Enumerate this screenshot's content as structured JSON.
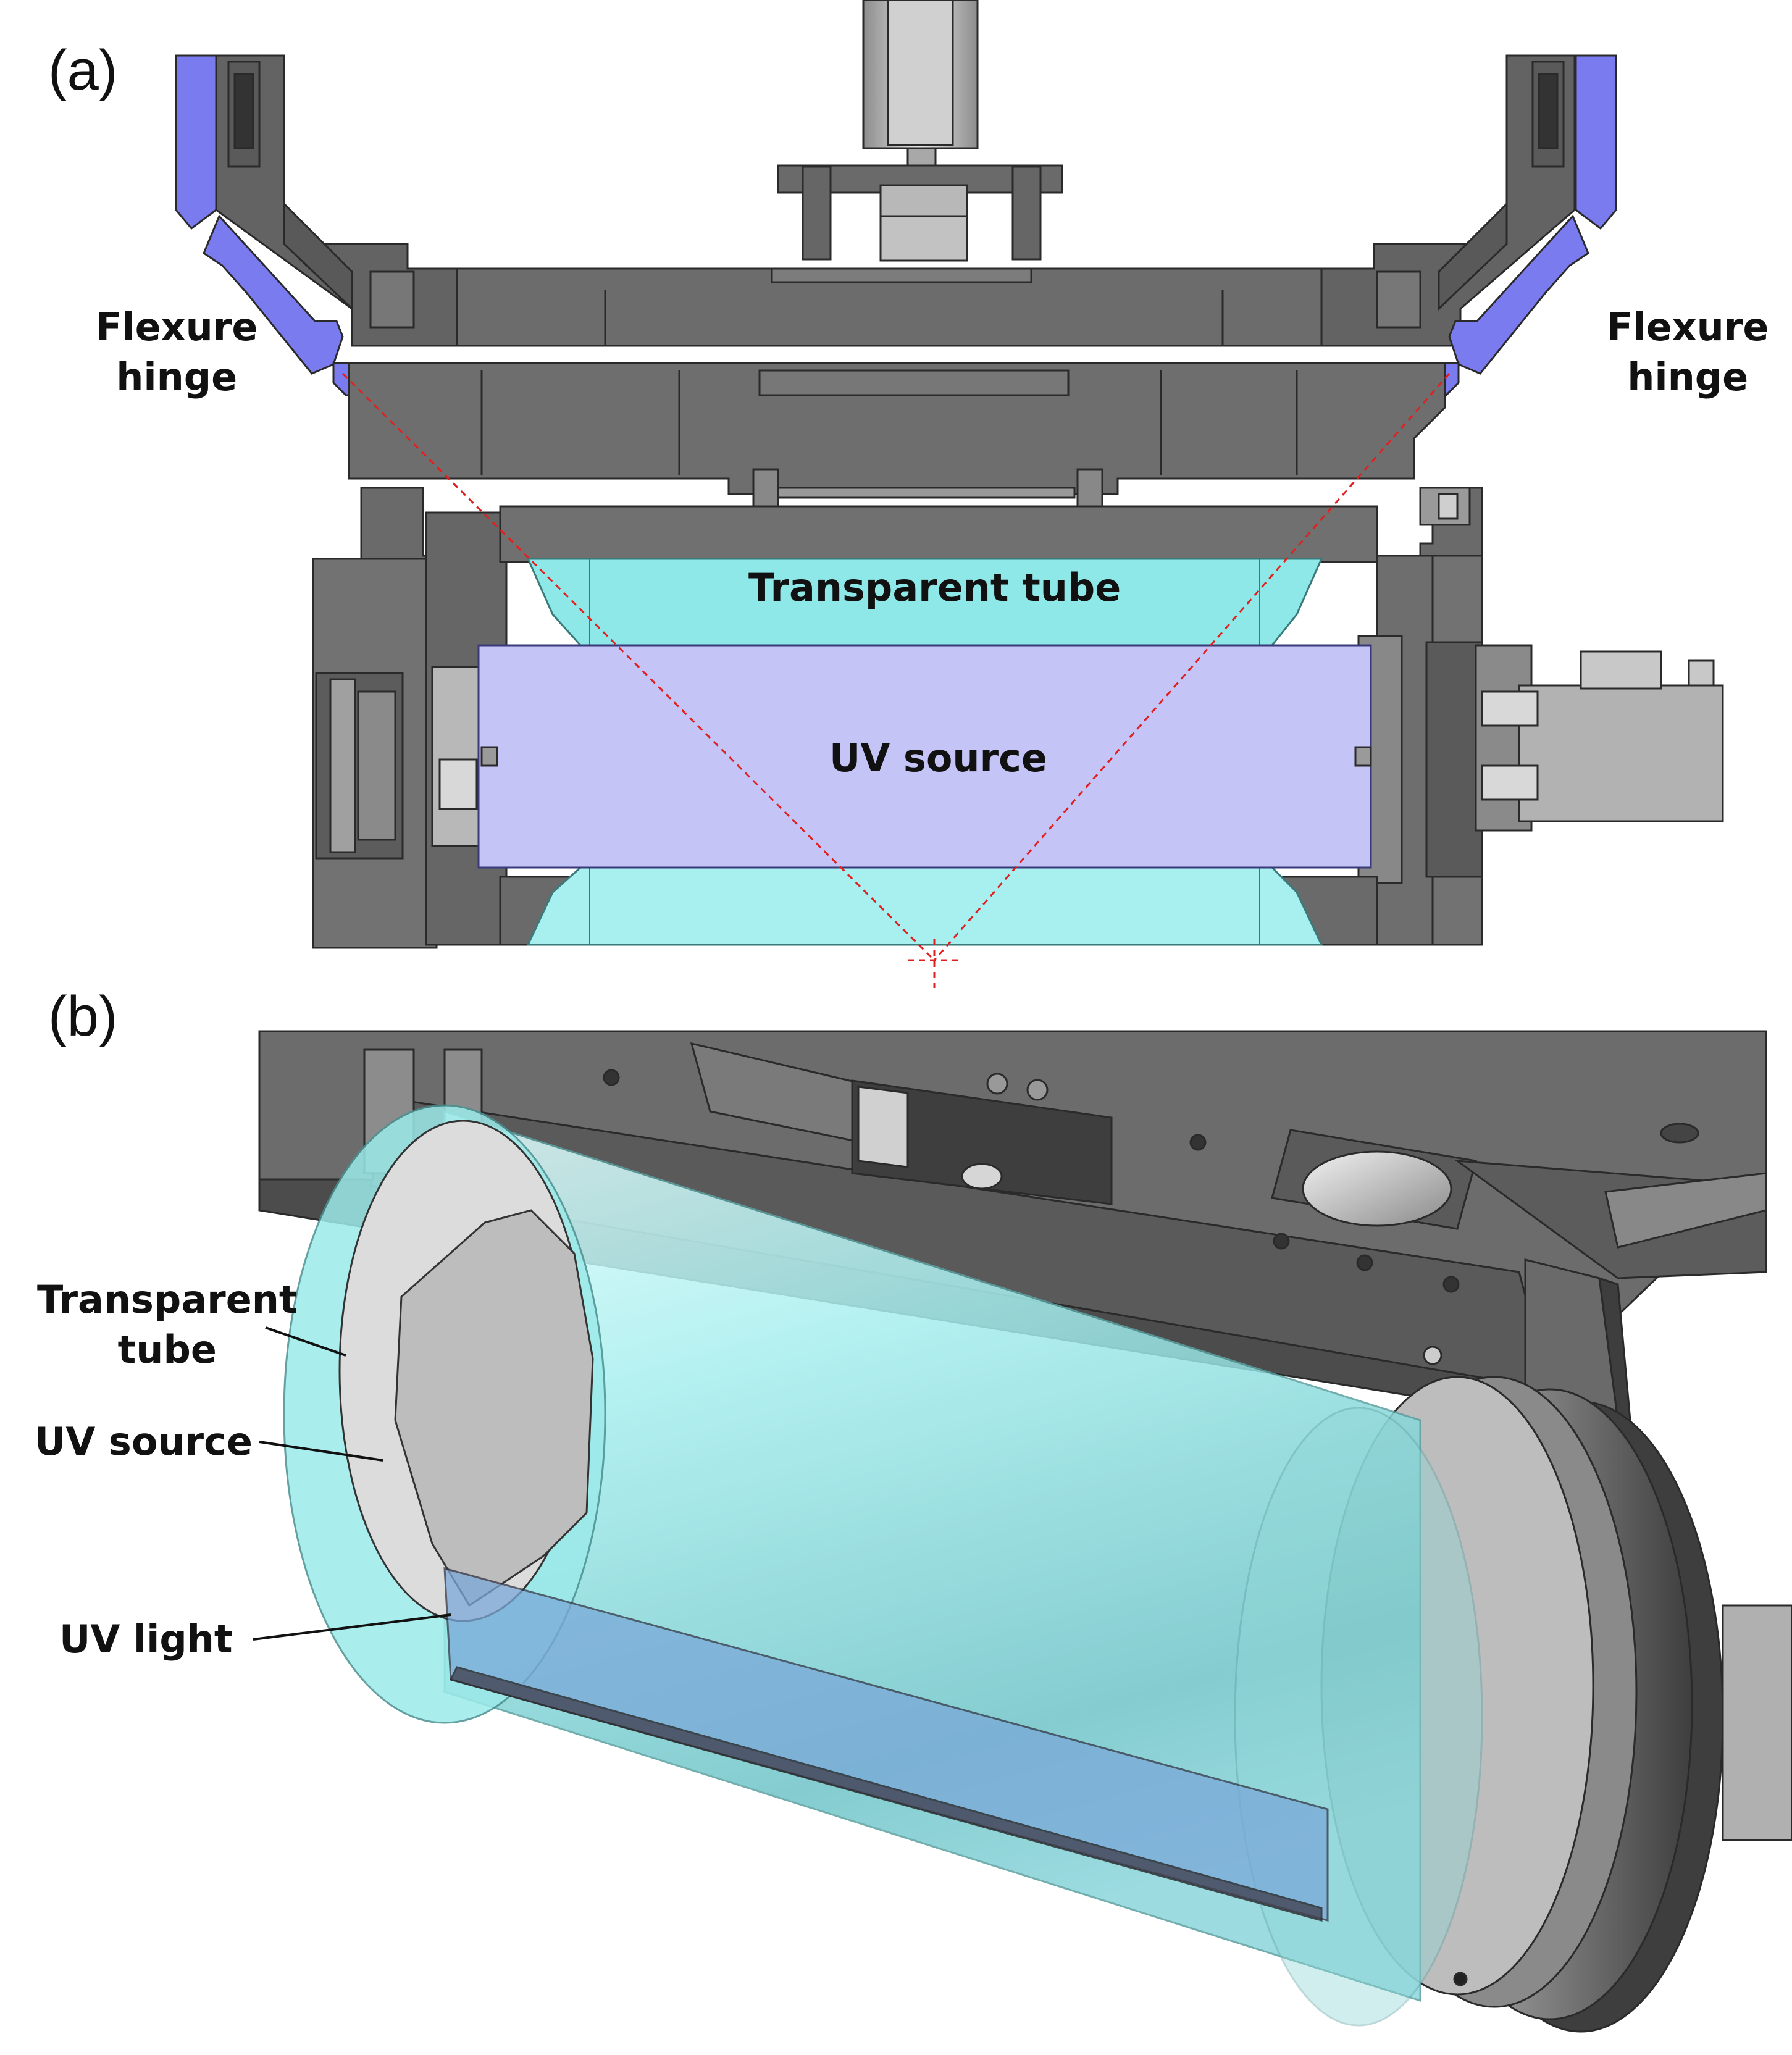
{
  "panels": {
    "a": {
      "letter": "(a)"
    },
    "b": {
      "letter": "(b)"
    }
  },
  "labels_a": {
    "flexure_left": [
      "Flexure",
      "hinge"
    ],
    "flexure_right": [
      "Flexure",
      "hinge"
    ],
    "transparent_tube": "Transparent tube",
    "uv_source": "UV source"
  },
  "labels_b": {
    "transparent_tube": [
      "Transparent",
      "tube"
    ],
    "uv_source": "UV source",
    "uv_light": "UV light"
  },
  "colors": {
    "metal_dark": "#5e5e5e",
    "metal_mid": "#7a7a7a",
    "metal_light": "#9a9a9a",
    "flexure": "#7b7bf0",
    "tube_cyan": "#8fe8e8",
    "uv_source_fill": "#c4c4f6",
    "guide_line": "#e02020"
  }
}
